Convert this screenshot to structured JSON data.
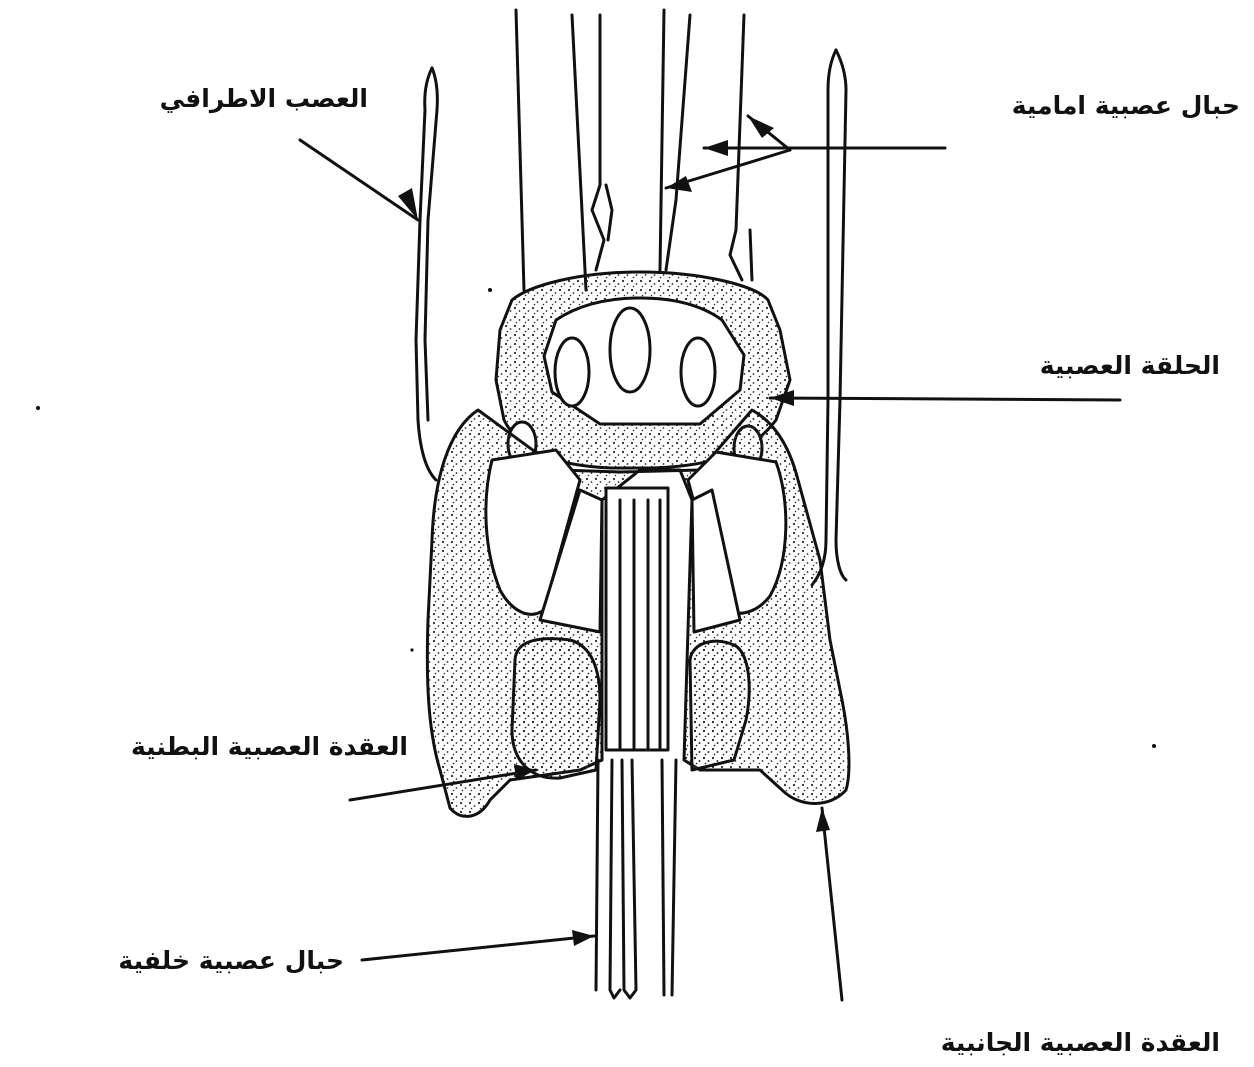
{
  "diagram": {
    "labels": {
      "peripheral_nerve": "العصب الاطرافي",
      "anterior_nerve_cords": "حبال عصبية امامية",
      "nerve_ring": "الحلقة العصبية",
      "ventral_ganglion": "العقدة العصبية البطنية",
      "posterior_nerve_cords": "حبال عصبية خلفية",
      "lateral_ganglion": "العقدة العصبية الجانبية"
    }
  },
  "colors": {
    "ink": "#111111",
    "stipple": "#2a2a2a",
    "background": "#ffffff"
  }
}
